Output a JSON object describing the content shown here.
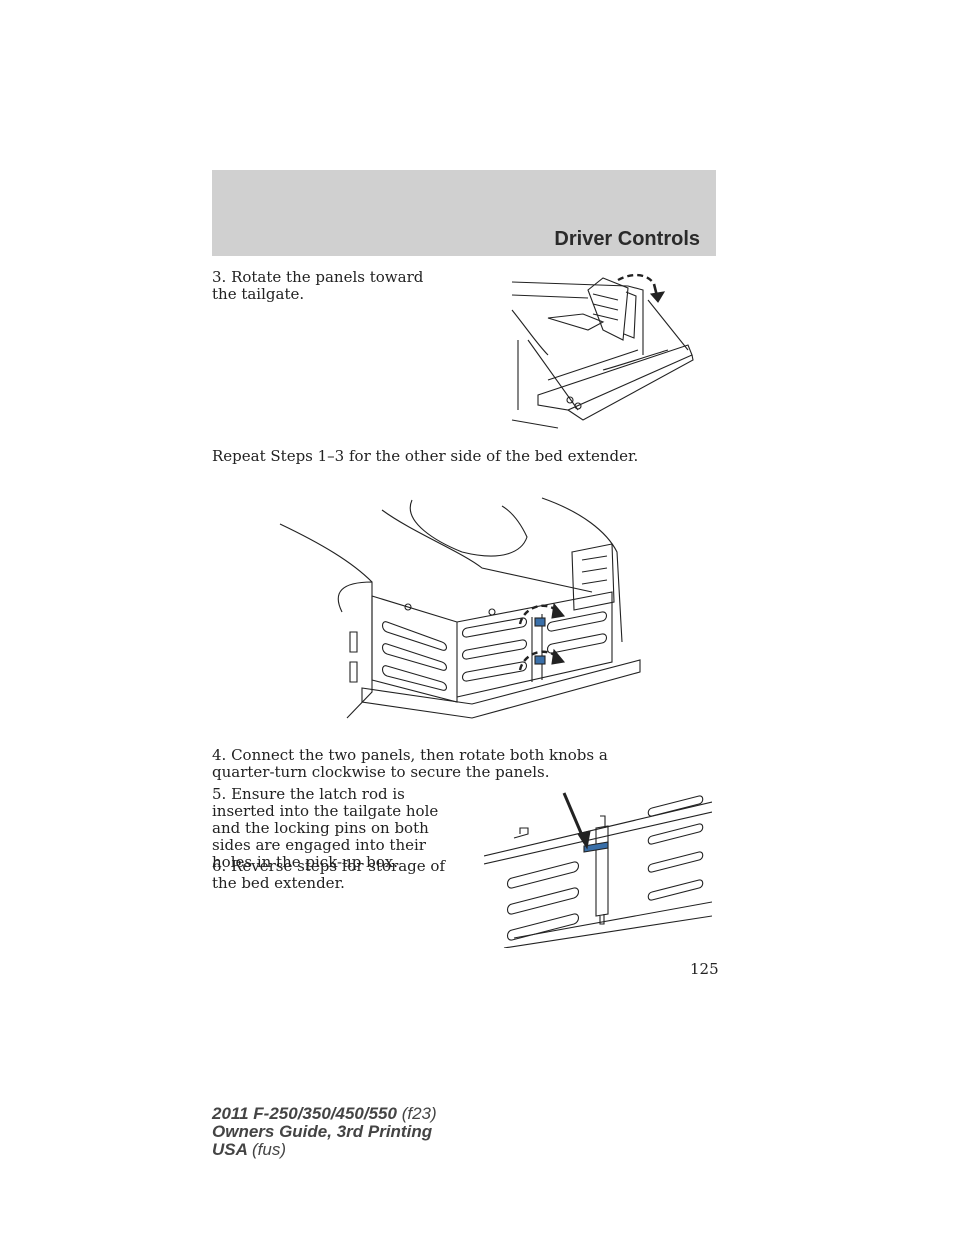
{
  "header": {
    "section_title": "Driver Controls"
  },
  "steps": {
    "step3": "3. Rotate the panels toward the tailgate.",
    "repeat": "Repeat Steps 1–3 for the other side of the bed extender.",
    "step4": "4. Connect the two panels, then rotate both knobs a quarter-turn clockwise to secure the panels.",
    "step5": "5. Ensure the latch rod is inserted into the tailgate hole and the locking pins on both sides are engaged into their holes in the pick-up box.",
    "step6": "6. Reverse steps for storage of the bed extender."
  },
  "page_number": "125",
  "footer": {
    "line1_main": "2011 F-250/350/450/550",
    "line1_code": "(f23)",
    "line2": "Owners Guide, 3rd Printing",
    "line3_main": "USA",
    "line3_code": "(fus)"
  }
}
